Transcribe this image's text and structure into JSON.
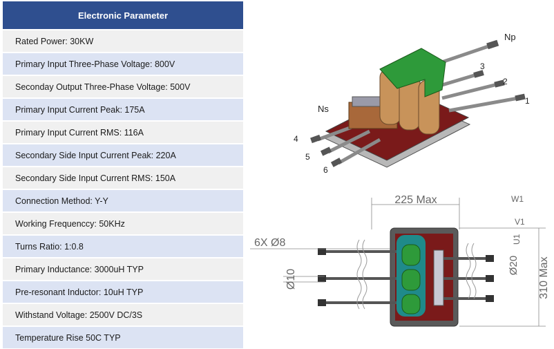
{
  "table": {
    "header": "Electronic Parameter",
    "rows": [
      "Rated Power: 30KW",
      "Primary Input  Three-Phase Voltage: 800V",
      "Seconday Output Three-Phase Voltage: 500V",
      "Primary Input Current Peak: 175A",
      "Primary Input Current RMS: 116A",
      "Secondary Side Input Current Peak: 220A",
      "Secondary Side Input Current RMS: 150A",
      "Connection Method: Y-Y",
      "Working Frequenccy: 50KHz",
      "Turns Ratio: 1:0.8",
      "Primary Inductance: 3000uH TYP",
      "Pre-resonant Inductor: 10uH TYP",
      "Withstand Voltage: 2500V DC/3S",
      "Temperature Rise 50C TYP"
    ]
  },
  "iso_labels": {
    "np": "Np",
    "ns": "Ns",
    "t1": "1",
    "t2": "2",
    "t3": "3",
    "t4": "4",
    "t5": "5",
    "t6": "6"
  },
  "dims": {
    "width": "225 Max",
    "height": "310 Max",
    "holes": "6X Ø8",
    "d10": "Ø10",
    "d20": "Ø20",
    "w1": "W1",
    "v1": "V1",
    "u1": "U1"
  },
  "colors": {
    "header_bg": "#2f4f8f",
    "row_light": "#f0f0f0",
    "row_blue": "#dce3f3",
    "core_green": "#2e9a3a",
    "coil_tan": "#c8935a",
    "base_red": "#7a1a1a",
    "teal": "#1f8a8a"
  }
}
